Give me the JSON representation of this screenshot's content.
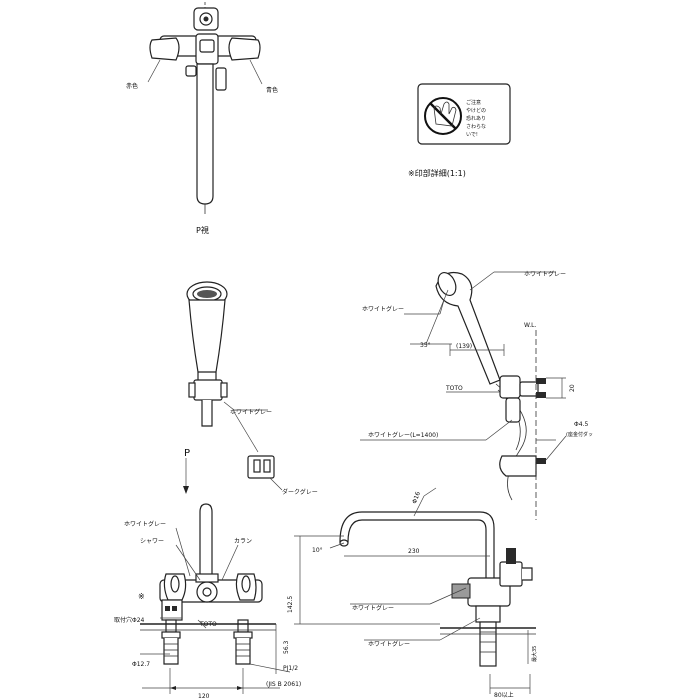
{
  "labels": {
    "red": "赤色",
    "blue": "青色",
    "p_view": "P視",
    "detail_title": "※印部詳細(1:1)",
    "warning_line1": "ご注意",
    "warning_line2": "やけどの",
    "warning_line3": "恐れあり",
    "warning_line4": "さわらな",
    "warning_line5": "いで!",
    "white_gray_head": "ホワイトグレー",
    "white_gray_holder": "ホワイトグレー",
    "white_gray_side_hose": "ホワイトグレー",
    "dark_gray": "ダークグレー",
    "p_arrow": "P",
    "white_gray_body": "ホワイトグレー",
    "shower": "シャワー",
    "faucet": "カラン",
    "mount_hole": "取付穴Φ24",
    "asterisk": "※",
    "toto_bottom": "TOTO",
    "dim_phi127": "Φ12.7",
    "dim_1425": "142.5",
    "dim_563": "56.3",
    "pj12": "PJ1/2",
    "jis": "(JIS B 2061)",
    "dim_120": "120",
    "dim_10deg": "10°",
    "dim_230": "230",
    "dim_phi16": "Φ16",
    "white_gray_spout": "ホワイトグレー",
    "white_gray_base": "ホワイトグレー",
    "max35": "最大35",
    "dim_80": "80以上",
    "white_gray_shower_r": "ホワイトグレー",
    "white_gray_hose_r": "ホワイトグレー(L=1400)",
    "dim_35deg": "35°",
    "dim_139": "(139)",
    "toto_r": "TOTO",
    "wl": "W.L.",
    "dim_20": "20",
    "dim_phi45": "Φ4.5",
    "screw_note": "(座金付ダッ"
  }
}
